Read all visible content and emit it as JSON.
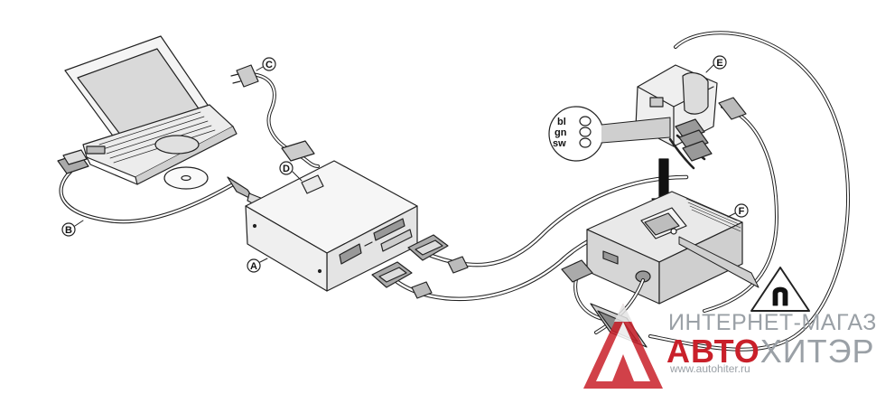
{
  "callouts": {
    "a": "A",
    "b": "B",
    "c": "C",
    "d": "D",
    "e": "E",
    "f": "F"
  },
  "pin_labels": {
    "bl": "bl",
    "gn": "gn",
    "sw": "sw"
  },
  "icons": {
    "magnet_warning": "magnet-warning-icon"
  },
  "watermark": {
    "line1": "ИНТЕРНЕТ-МАГАЗИН",
    "brand_red": "АВТО",
    "brand_gray": "ХИТЭР",
    "url": "www.autohiter.ru",
    "red": "#c9202a",
    "gray": "#9aa0a6"
  }
}
